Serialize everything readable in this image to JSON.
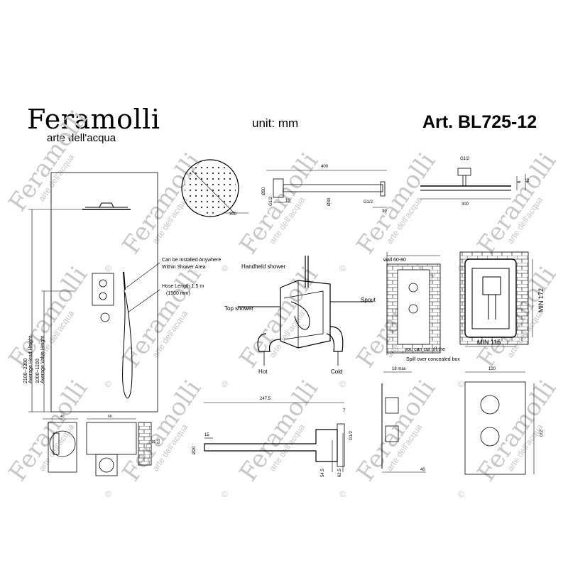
{
  "header": {
    "brand": "Feramolli",
    "brand_sub": "arte dell'acqua",
    "unit": "unit: mm",
    "article": "Art. BL725-12"
  },
  "watermark": {
    "name": "Feramolli",
    "sub": "arte dell'acqua",
    "copyright": "©"
  },
  "wall_view": {
    "install_note_1": "Can be Installed Anywhere",
    "install_note_2": "Within Shower Area",
    "hose_note_1": "Hose Length 1.5 m",
    "hose_note_2": "(1500 mm)",
    "dim_total": "2100~2300",
    "dim_total_label": "Average Head Height",
    "dim_valve": "1000~1100",
    "dim_valve_label": "Average Valve Height"
  },
  "shower_head": {
    "diameter": "300"
  },
  "shower_arm": {
    "length": "400",
    "d1": "Ø50",
    "d2": "G1/2",
    "offset": "10",
    "d3": "Ø30",
    "thread": "G1/2",
    "end": "30"
  },
  "head_side": {
    "thread": "G1/2",
    "width": "300",
    "h1": "6",
    "h2": "46"
  },
  "valve_box": {
    "handheld": "Handheld shower",
    "top": "Top shower",
    "spout": "Spout",
    "hot": "Hot",
    "cold": "Cold"
  },
  "concealed_box": {
    "wall": "wall 60-80",
    "cut_note": "you can cut off the",
    "spill_note": "Spill over concealed box",
    "min_h": "MIN 172",
    "min_w": "MIN 115"
  },
  "spout": {
    "length": "247.5",
    "d": "Ø20",
    "r": "15",
    "h1": "54.5",
    "h2": "62.5",
    "thread": "G1/2",
    "t": "7"
  },
  "small_parts": {
    "a": "40",
    "b": "60",
    "c": "16",
    "d": "8.5"
  },
  "trim": {
    "depth": "18 max",
    "width": "120",
    "height": "210",
    "knob": "40"
  }
}
